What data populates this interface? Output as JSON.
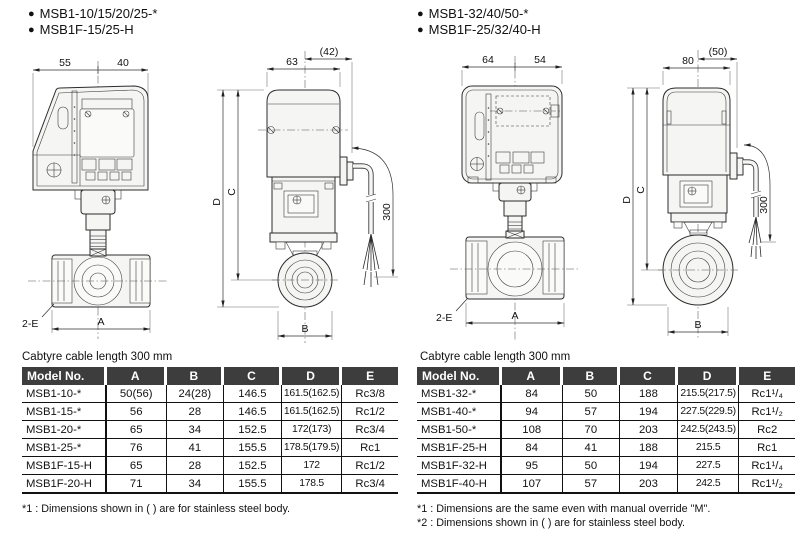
{
  "colors": {
    "table_header_bg": "#3d3d3d",
    "table_header_text": "#ffffff",
    "line_color": "#2c2c2c"
  },
  "icons": {
    "bullet": "●"
  },
  "left": {
    "models": [
      "MSB1-10/15/20/25-*",
      "MSB1F-15/25-H"
    ],
    "cable_note": "Cabtyre cable length 300 mm",
    "front_view": {
      "dim_width_left": "55",
      "dim_width_right": "40",
      "dim_bottom": "A",
      "port_label": "2-E"
    },
    "side_view": {
      "dim_width": "63",
      "dim_width_paren": "(42)",
      "dim_height_outer": "D",
      "dim_height_inner": "C",
      "dim_cable": "300",
      "dim_bottom": "B"
    },
    "table": {
      "headers": [
        "Model No.",
        "A",
        "B",
        "C",
        "D",
        "E"
      ],
      "rows": [
        [
          "MSB1-10-*",
          "50(56)",
          "24(28)",
          "146.5",
          "161.5(162.5)",
          "Rc3/8"
        ],
        [
          "MSB1-15-*",
          "56",
          "28",
          "146.5",
          "161.5(162.5)",
          "Rc1/2"
        ],
        [
          "MSB1-20-*",
          "65",
          "34",
          "152.5",
          "172(173)",
          "Rc3/4"
        ],
        [
          "MSB1-25-*",
          "76",
          "41",
          "155.5",
          "178.5(179.5)",
          "Rc1"
        ],
        [
          "MSB1F-15-H",
          "65",
          "28",
          "152.5",
          "172",
          "Rc1/2"
        ],
        [
          "MSB1F-20-H",
          "71",
          "34",
          "155.5",
          "178.5",
          "Rc3/4"
        ]
      ]
    },
    "footnotes": [
      "*1 : Dimensions shown in ( ) are for stainless steel body."
    ]
  },
  "right": {
    "models": [
      "MSB1-32/40/50-*",
      "MSB1F-25/32/40-H"
    ],
    "cable_note": "Cabtyre cable length 300 mm",
    "front_view": {
      "dim_width_left": "64",
      "dim_width_right": "54",
      "dim_bottom": "A",
      "port_label": "2-E"
    },
    "side_view": {
      "dim_width": "80",
      "dim_width_paren": "(50)",
      "dim_height_outer": "D",
      "dim_height_inner": "C",
      "dim_cable": "300",
      "dim_bottom": "B"
    },
    "table": {
      "headers": [
        "Model No.",
        "A",
        "B",
        "C",
        "D",
        "E"
      ],
      "rows": [
        [
          "MSB1-32-*",
          "84",
          "50",
          "188",
          "215.5(217.5)",
          "Rc1¹/₄"
        ],
        [
          "MSB1-40-*",
          "94",
          "57",
          "194",
          "227.5(229.5)",
          "Rc1¹/₂"
        ],
        [
          "MSB1-50-*",
          "108",
          "70",
          "203",
          "242.5(243.5)",
          "Rc2"
        ],
        [
          "MSB1F-25-H",
          "84",
          "41",
          "188",
          "215.5",
          "Rc1"
        ],
        [
          "MSB1F-32-H",
          "95",
          "50",
          "194",
          "227.5",
          "Rc1¹/₄"
        ],
        [
          "MSB1F-40-H",
          "107",
          "57",
          "203",
          "242.5",
          "Rc1¹/₂"
        ]
      ]
    },
    "footnotes": [
      "*1 : Dimensions are the same even with manual override \"M\".",
      "*2 : Dimensions shown in ( ) are for stainless steel body."
    ]
  }
}
